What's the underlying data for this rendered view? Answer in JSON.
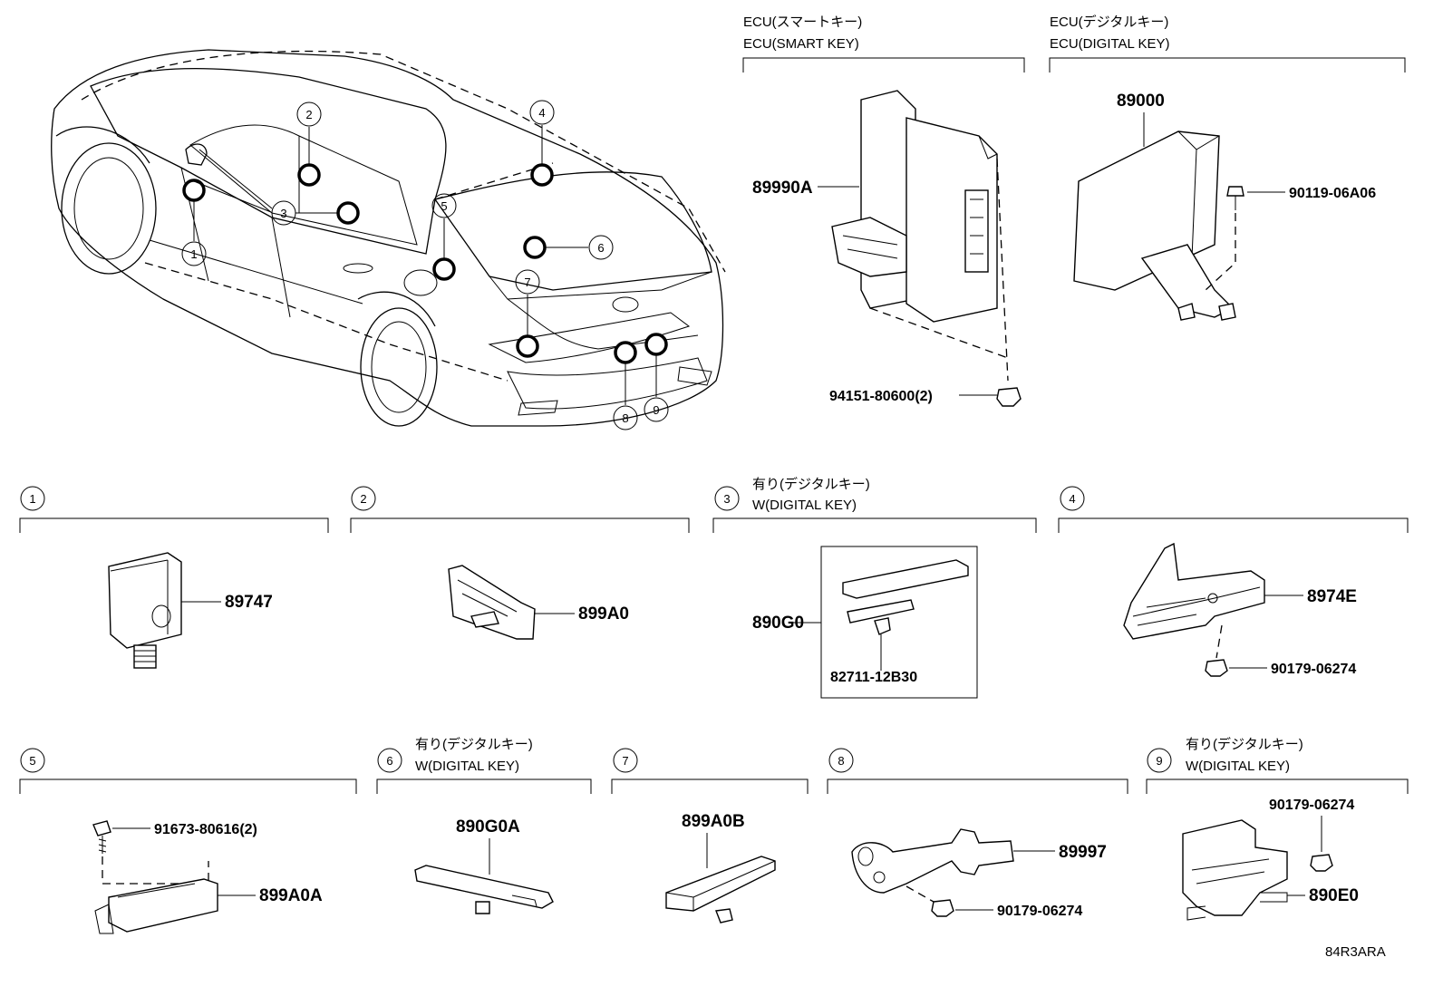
{
  "ecu_smart": {
    "jp": "ECU(スマートキー)",
    "en": "ECU(SMART KEY)",
    "part": "89990A",
    "bolt": "94151-80600(2)"
  },
  "ecu_digital": {
    "jp": "ECU(デジタルキー)",
    "en": "ECU(DIGITAL KEY)",
    "part": "89000",
    "bolt": "90119-06A06"
  },
  "markers": [
    "1",
    "2",
    "3",
    "4",
    "5",
    "6",
    "7",
    "8",
    "9"
  ],
  "panels": {
    "p1": {
      "num": "1",
      "part": "89747"
    },
    "p2": {
      "num": "2",
      "part": "899A0"
    },
    "p3": {
      "num": "3",
      "jp": "有り(デジタルキー)",
      "en": "W(DIGITAL KEY)",
      "part": "890G0",
      "sub": "82711-12B30"
    },
    "p4": {
      "num": "4",
      "part": "8974E",
      "bolt": "90179-06274"
    },
    "p5": {
      "num": "5",
      "part": "899A0A",
      "bolt": "91673-80616(2)"
    },
    "p6": {
      "num": "6",
      "jp": "有り(デジタルキー)",
      "en": "W(DIGITAL KEY)",
      "part": "890G0A"
    },
    "p7": {
      "num": "7",
      "part": "899A0B"
    },
    "p8": {
      "num": "8",
      "part": "89997",
      "bolt": "90179-06274"
    },
    "p9": {
      "num": "9",
      "jp": "有り(デジタルキー)",
      "en": "W(DIGITAL KEY)",
      "part": "890E0",
      "bolt": "90179-06274"
    }
  },
  "footer_code": "84R3ARA"
}
